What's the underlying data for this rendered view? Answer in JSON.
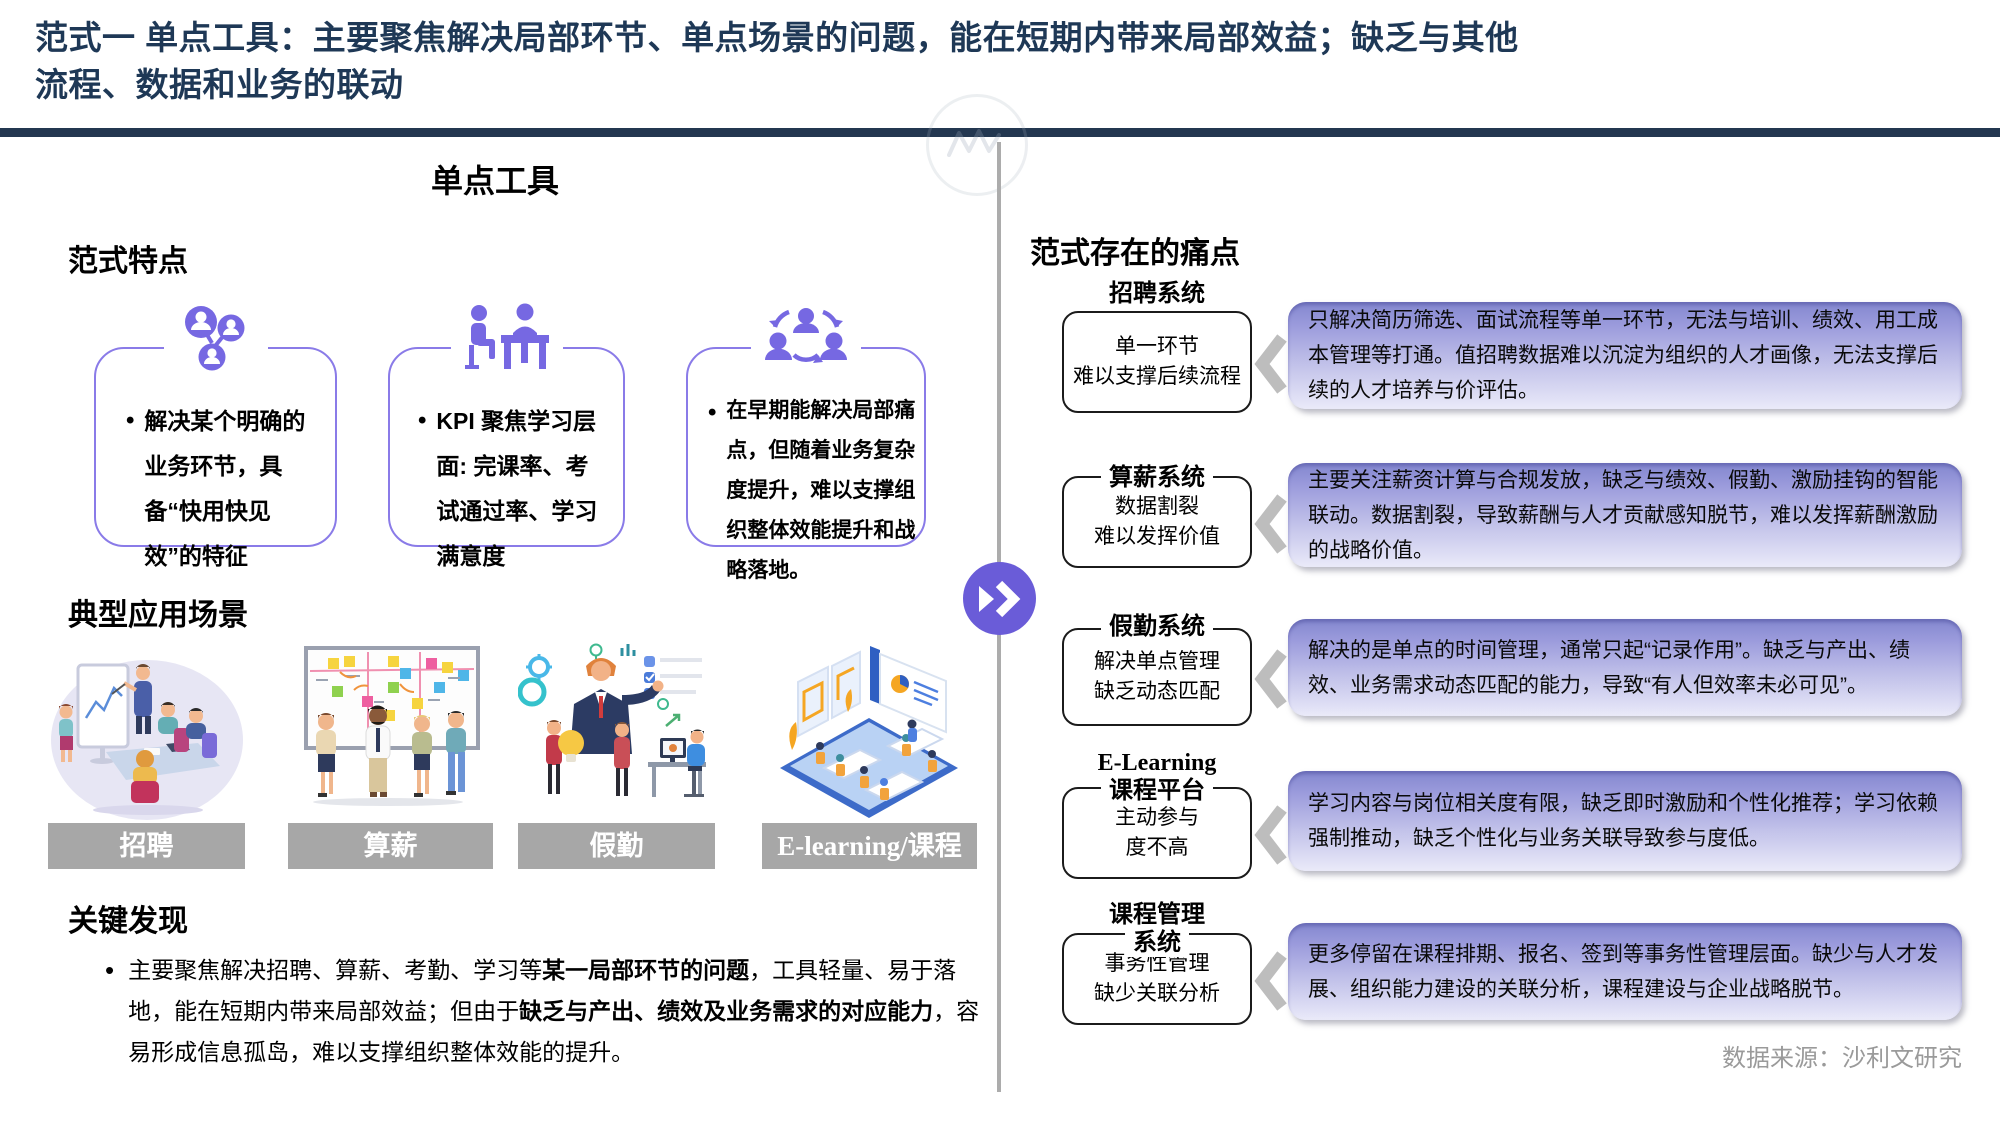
{
  "header": {
    "title_line1": "范式一 单点工具：主要聚焦解决局部环节、单点场景的问题，能在短期内带来局部效益；缺乏与其他",
    "title_line2": "流程、数据和业务的联动"
  },
  "left": {
    "panel_title": "单点工具",
    "features_heading": "范式特点",
    "features": [
      {
        "icon": "people-network-icon",
        "bullet": "•",
        "text": "解决某个明确的业务环节，具备“快用快见效”的特征"
      },
      {
        "icon": "interview-icon",
        "bullet": "•",
        "text": "KPI 聚焦学习层面: 完课率、考试通过率、学习满意度"
      },
      {
        "icon": "team-sync-icon",
        "bullet": "•",
        "text": "在早期能解决局部痛点，但随着业务复杂度提升，难以支撑组织整体效能提升和战略落地。"
      }
    ],
    "scenarios_heading": "典型应用场景",
    "scenarios": [
      {
        "label": "招聘",
        "illustration": "recruitment-meeting"
      },
      {
        "label": "算薪",
        "illustration": "payroll-whiteboard"
      },
      {
        "label": "假勤",
        "illustration": "attendance-manager"
      },
      {
        "label": "E-learning/课程",
        "illustration": "elearning-classroom"
      }
    ],
    "findings_heading": "关键发现",
    "findings_bullet": "•",
    "findings_segments": [
      {
        "text": "主要聚焦解决招聘、算薪、考勤、学习等",
        "bold": false
      },
      {
        "text": "某一局部环节的问题",
        "bold": true
      },
      {
        "text": "，工具轻量、易于落地，能在短期内带来局部效益；但由于",
        "bold": false
      },
      {
        "text": "缺乏与产出、绩效及业务需求的对应能力",
        "bold": true
      },
      {
        "text": "，容易形成信息孤岛，难以支撑组织整体效能的提升。",
        "bold": false
      }
    ]
  },
  "divider": {
    "badge_icon": "double-chevron-right-icon"
  },
  "right": {
    "heading": "范式存在的痛点",
    "rows": [
      {
        "title": "招聘系统",
        "title2": "",
        "box": "单一环节\n难以支撑后续流程",
        "pain": "只解决简历筛选、面试流程等单一环节，无法与培训、绩效、用工成本管理等打通。值招聘数据难以沉淀为组织的人才画像，无法支撑后续的人才培养与价评估。"
      },
      {
        "title": "算薪系统",
        "title2": "",
        "box": "数据割裂\n难以发挥价值",
        "pain": "主要关注薪资计算与合规发放，缺乏与绩效、假勤、激励挂钩的智能联动。数据割裂，导致薪酬与人才贡献感知脱节，难以发挥薪酬激励的战略价值。"
      },
      {
        "title": "假勤系统",
        "title2": "",
        "box": "解决单点管理\n缺乏动态匹配",
        "pain": "解决的是单点的时间管理，通常只起“记录作用”。缺乏与产出、绩效、业务需求动态匹配的能力，导致“有人但效率未必可见”。"
      },
      {
        "title": "E-Learning",
        "title2": "课程平台",
        "box": "主动参与\n度不高",
        "pain": "学习内容与岗位相关度有限，缺乏即时激励和个性化推荐；学习依赖强制推动，缺乏个性化与业务关联导致参与度低。"
      },
      {
        "title": "课程管理",
        "title2": "系统",
        "box": "事务性管理\n缺少关联分析",
        "pain": "更多停留在课程排期、报名、签到等事务性管理层面。缺少与人才发展、组织能力建设的关联分析，课程建设与企业战略脱节。"
      }
    ],
    "source": "数据来源：沙利文研究"
  },
  "colors": {
    "navy": "#1E3856",
    "accent_purple": "#7668E2",
    "badge_purple": "#6A5CD8",
    "pain_gradient_top": "#8387CF",
    "pain_gradient_bottom": "#EAEAF9",
    "scenario_bar_gray": "#A7A7A7"
  }
}
